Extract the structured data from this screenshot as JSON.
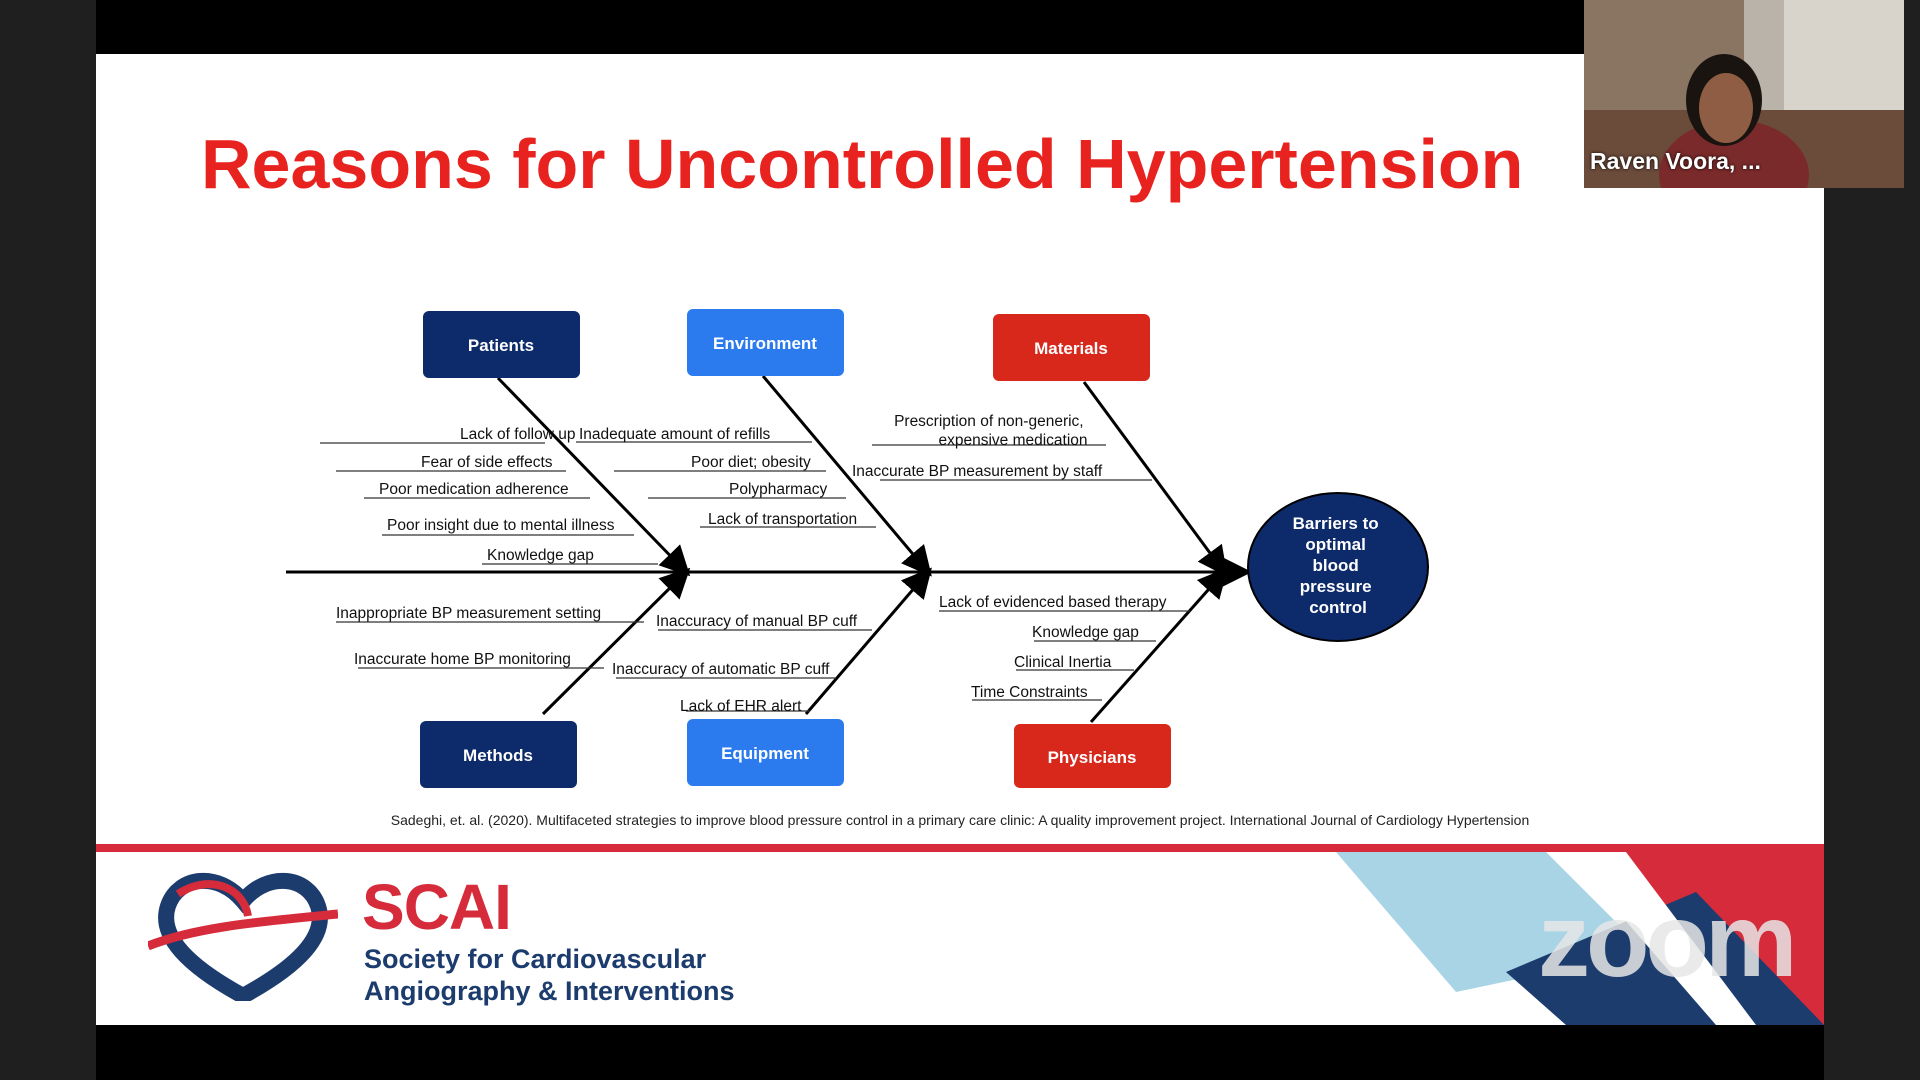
{
  "slide": {
    "title": "Reasons for Uncontrolled Hypertension",
    "citation": "Sadeghi, et. al. (2020). Multifaceted strategies to improve blood pressure control in a primary care clinic: A quality improvement project. International Journal of Cardiology Hypertension"
  },
  "diagram": {
    "head": [
      "Barriers to",
      "optimal",
      "blood",
      "pressure",
      "control"
    ],
    "categories": {
      "patients": "Patients",
      "environment": "Environment",
      "materials": "Materials",
      "methods": "Methods",
      "equipment": "Equipment",
      "physicians": "Physicians"
    },
    "causes": {
      "patients": [
        "Lack of follow up",
        "Fear of side effects",
        "Poor medication adherence",
        "Poor insight due to mental illness",
        "Knowledge gap"
      ],
      "environment": [
        "Inadequate amount of refills",
        "Poor diet; obesity",
        "Polypharmacy",
        "Lack of transportation"
      ],
      "materials": [
        "Prescription of non-generic,",
        "expensive medication",
        "Inaccurate BP measurement by staff"
      ],
      "methods": [
        "Inappropriate BP measurement setting",
        "Inaccurate home BP monitoring"
      ],
      "equipment": [
        "Inaccuracy of manual  BP cuff",
        "Inaccuracy of automatic BP cuff",
        "Lack of  EHR alert"
      ],
      "physicians": [
        "Lack of evidenced based therapy",
        "Knowledge gap",
        "Clinical Inertia",
        "Time  Constraints"
      ]
    },
    "colors": {
      "dark_navy": "#0d2a6b",
      "bright_blue": "#2b7bef",
      "red": "#d8281c"
    }
  },
  "footer": {
    "org_abbrev": "SCAI",
    "org_line1": "Society for Cardiovascular",
    "org_line2": "Angiography & Interventions",
    "watermark": "zoom"
  },
  "video": {
    "participant_name": "Raven Voora, ..."
  }
}
